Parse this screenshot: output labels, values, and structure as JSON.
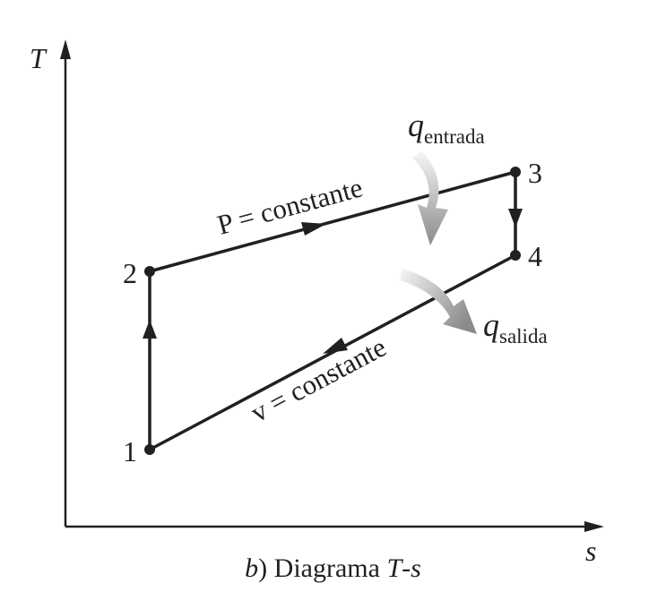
{
  "axes": {
    "y_label": "T",
    "x_label": "s"
  },
  "points": [
    {
      "label": "1"
    },
    {
      "label": "2"
    },
    {
      "label": "3"
    },
    {
      "label": "4"
    }
  ],
  "processes": {
    "isobar": "P = constante",
    "isochore": "v = constante"
  },
  "heat": {
    "in_symbol": "q",
    "in_sub": "entrada",
    "out_symbol": "q",
    "out_sub": "salida"
  },
  "caption": {
    "prefix": "b",
    "paren": ")",
    "text": " Diagrama ",
    "italic_var": "T",
    "dash": "-",
    "italic_var2": "s"
  },
  "colors": {
    "line": "#231f20",
    "arrow_gray_dark": "#8a8a8a",
    "arrow_gray_light": "#f2f2f2"
  }
}
